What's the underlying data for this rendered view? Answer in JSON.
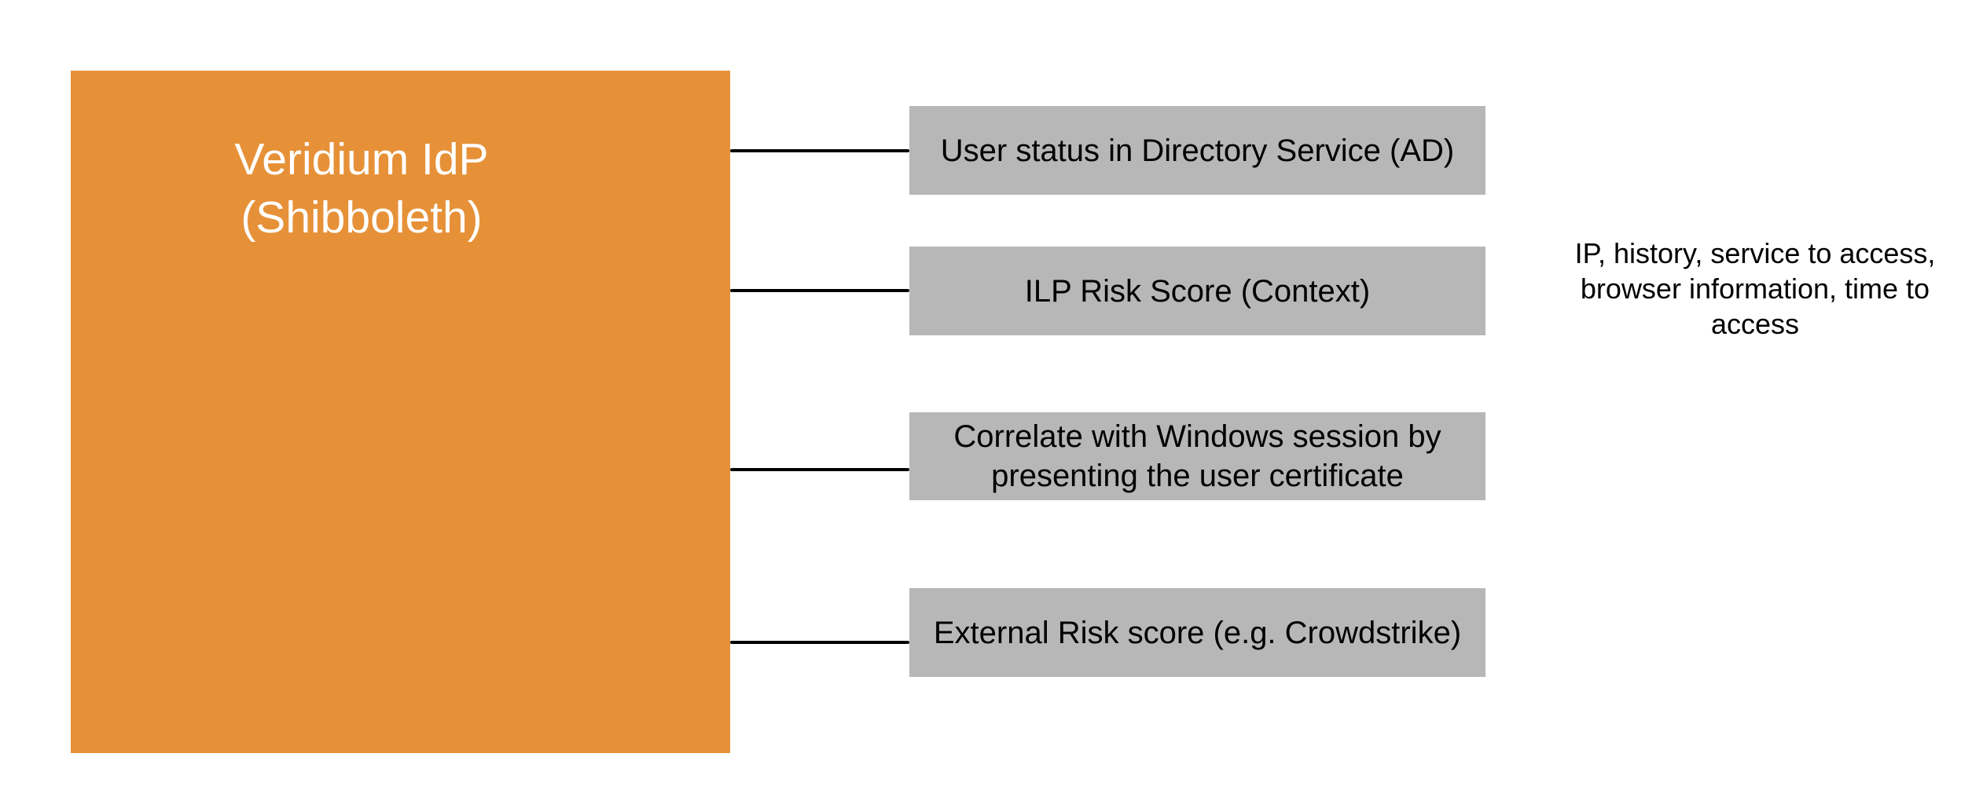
{
  "diagram": {
    "idp": {
      "label": "Veridium IdP\n(Shibboleth)",
      "fill_color": "#e69138",
      "text_color": "#ffffff"
    },
    "factors": [
      {
        "label": "User status in Directory Service (AD)"
      },
      {
        "label": "ILP Risk Score (Context)"
      },
      {
        "label": "Correlate with Windows session by\npresenting the user certificate"
      },
      {
        "label": "External Risk score (e.g. Crowdstrike)"
      }
    ],
    "side_note": {
      "text": "IP, history, service to access,\nbrowser information, time to\naccess"
    },
    "colors": {
      "factor_box_fill": "#b7b7b7",
      "connector": "#000000",
      "factor_text": "#000000",
      "background": "#ffffff"
    }
  }
}
